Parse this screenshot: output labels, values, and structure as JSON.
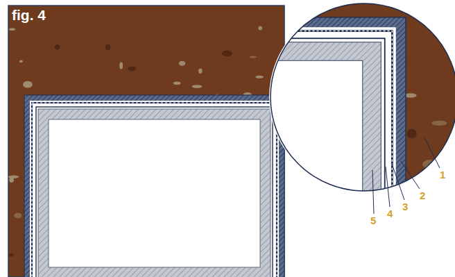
{
  "diagram": {
    "labels": [
      "fig. 4",
      "1",
      "2",
      "3",
      "4",
      "5"
    ]
  }
}
